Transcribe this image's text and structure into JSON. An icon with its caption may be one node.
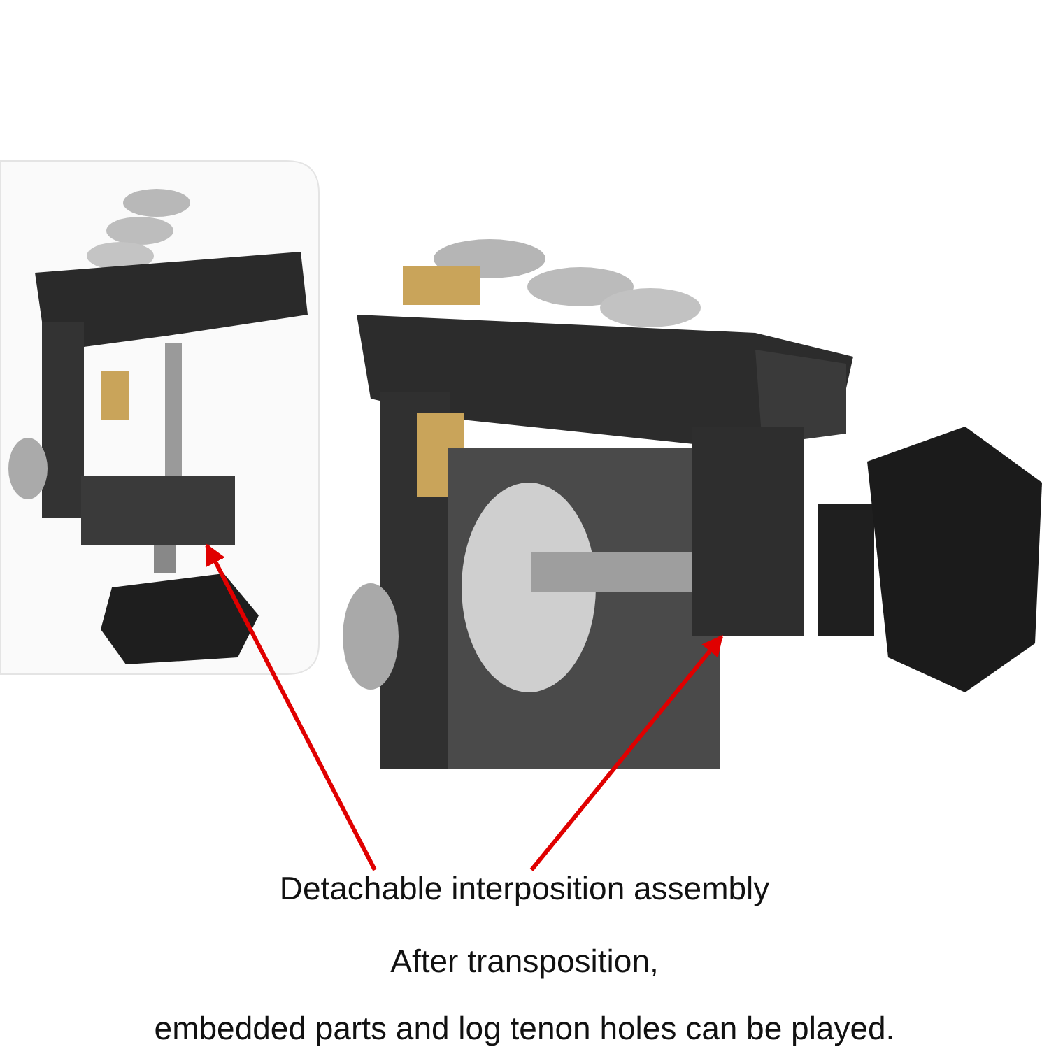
{
  "diagram": {
    "nodes": [
      {
        "text": [
          "Detachable interposition assembly"
        ]
      },
      {
        "text": [],
        "shape": "box"
      },
      {
        "text": [],
        "shape": "box"
      }
    ],
    "edges": [
      {
        "from": 0,
        "to": 1,
        "arrow": "to",
        "color": "#e00000"
      },
      {
        "from": 0,
        "to": 2,
        "arrow": "to",
        "color": "#e00000"
      }
    ],
    "labels": [
      "After transposition,",
      "embedded parts and log tenon holes can be played."
    ]
  }
}
